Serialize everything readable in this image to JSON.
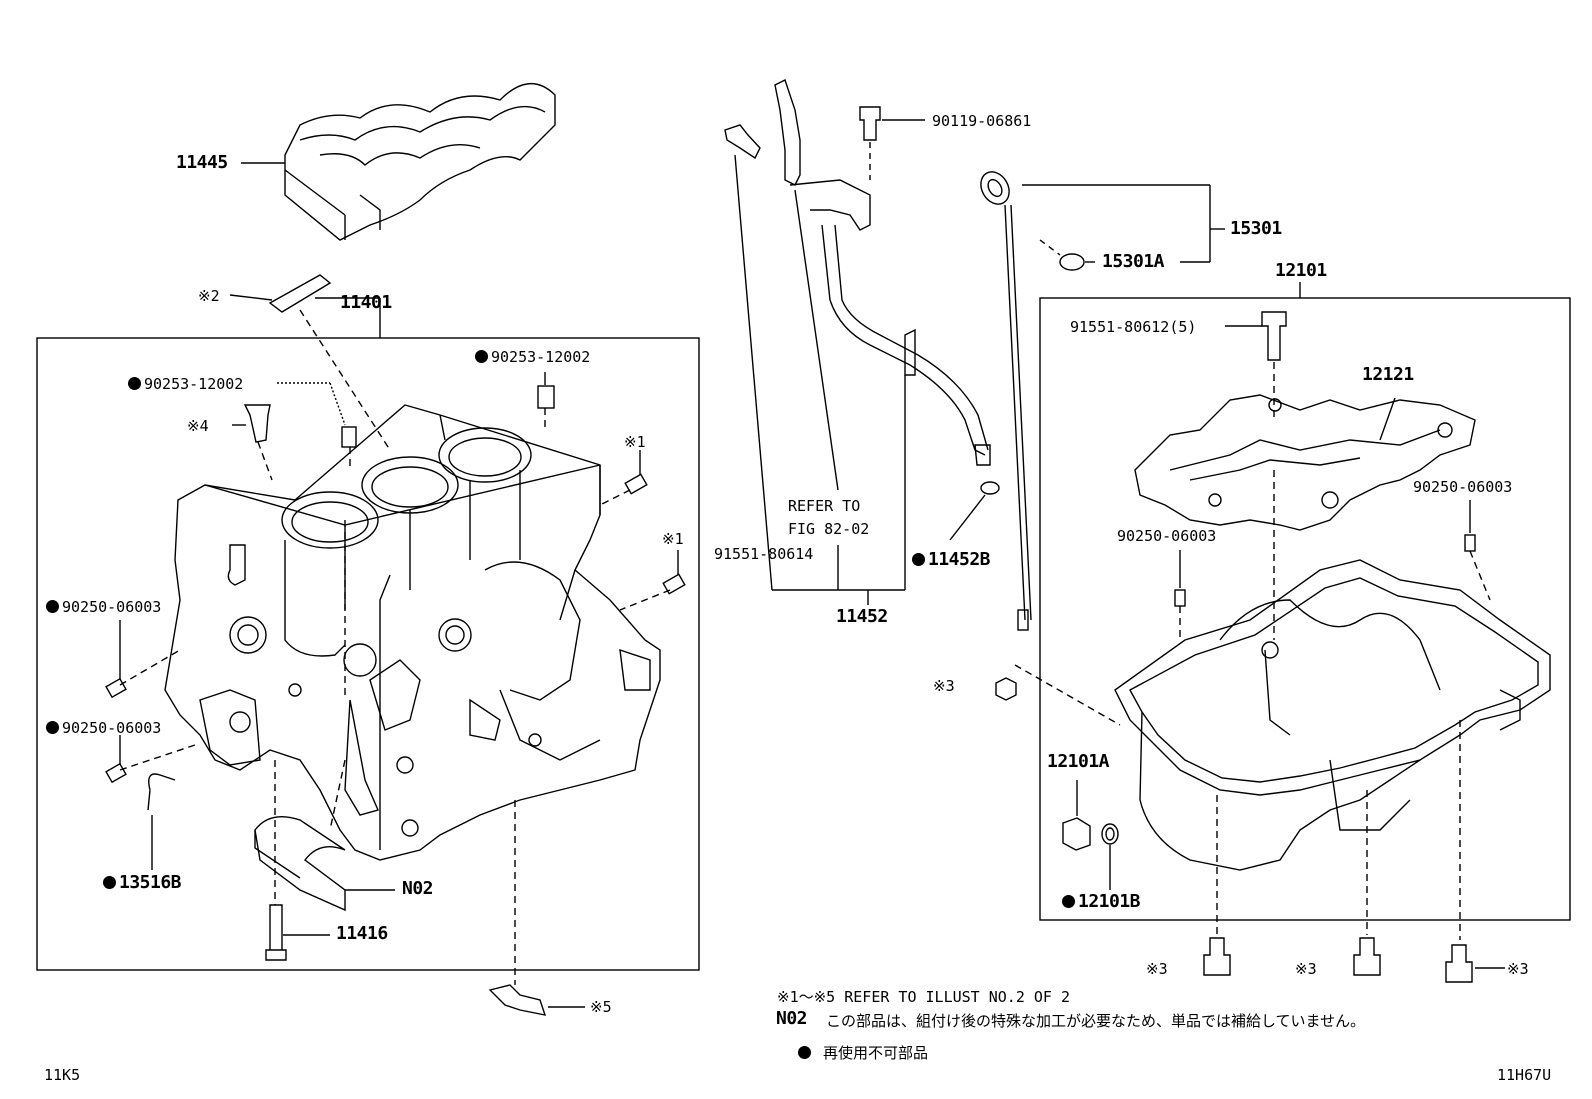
{
  "parts": {
    "p11445": "11445",
    "p11401": "11401",
    "mark2": "※2",
    "p90253a": "90253-12002",
    "p90253b": "90253-12002",
    "mark4": "※4",
    "mark1a": "※1",
    "mark1b": "※1",
    "p90250a": "90250-06003",
    "p90250b": "90250-06003",
    "p13516B": "13516B",
    "pN02": "N02",
    "p11416": "11416",
    "mark5": "※5",
    "p90119": "90119-06861",
    "p15301": "15301",
    "p15301A": "15301A",
    "p12101": "12101",
    "p91551_5": "91551-80612(5)",
    "p12121": "12121",
    "p90250c": "90250-06003",
    "p90250d": "90250-06003",
    "refer1": "REFER TO",
    "refer2": "FIG 82-02",
    "p91551_80614": "91551-80614",
    "p11452B": "11452B",
    "p11452": "11452",
    "mark3a": "※3",
    "p12101A": "12101A",
    "p12101B": "12101B",
    "mark3b": "※3",
    "mark3c": "※3",
    "mark3d": "※3"
  },
  "notes": {
    "refer_note": "※1～※5 REFER TO ILLUST NO.2 OF 2",
    "n02_code": "N02",
    "n02_text": "この部品は、組付け後の特殊な加工が必要なため、単品では補給していません。",
    "nonreuse_text": "再使用不可部品"
  },
  "footer": {
    "left_code": "11K5",
    "right_code": "11H67U"
  }
}
